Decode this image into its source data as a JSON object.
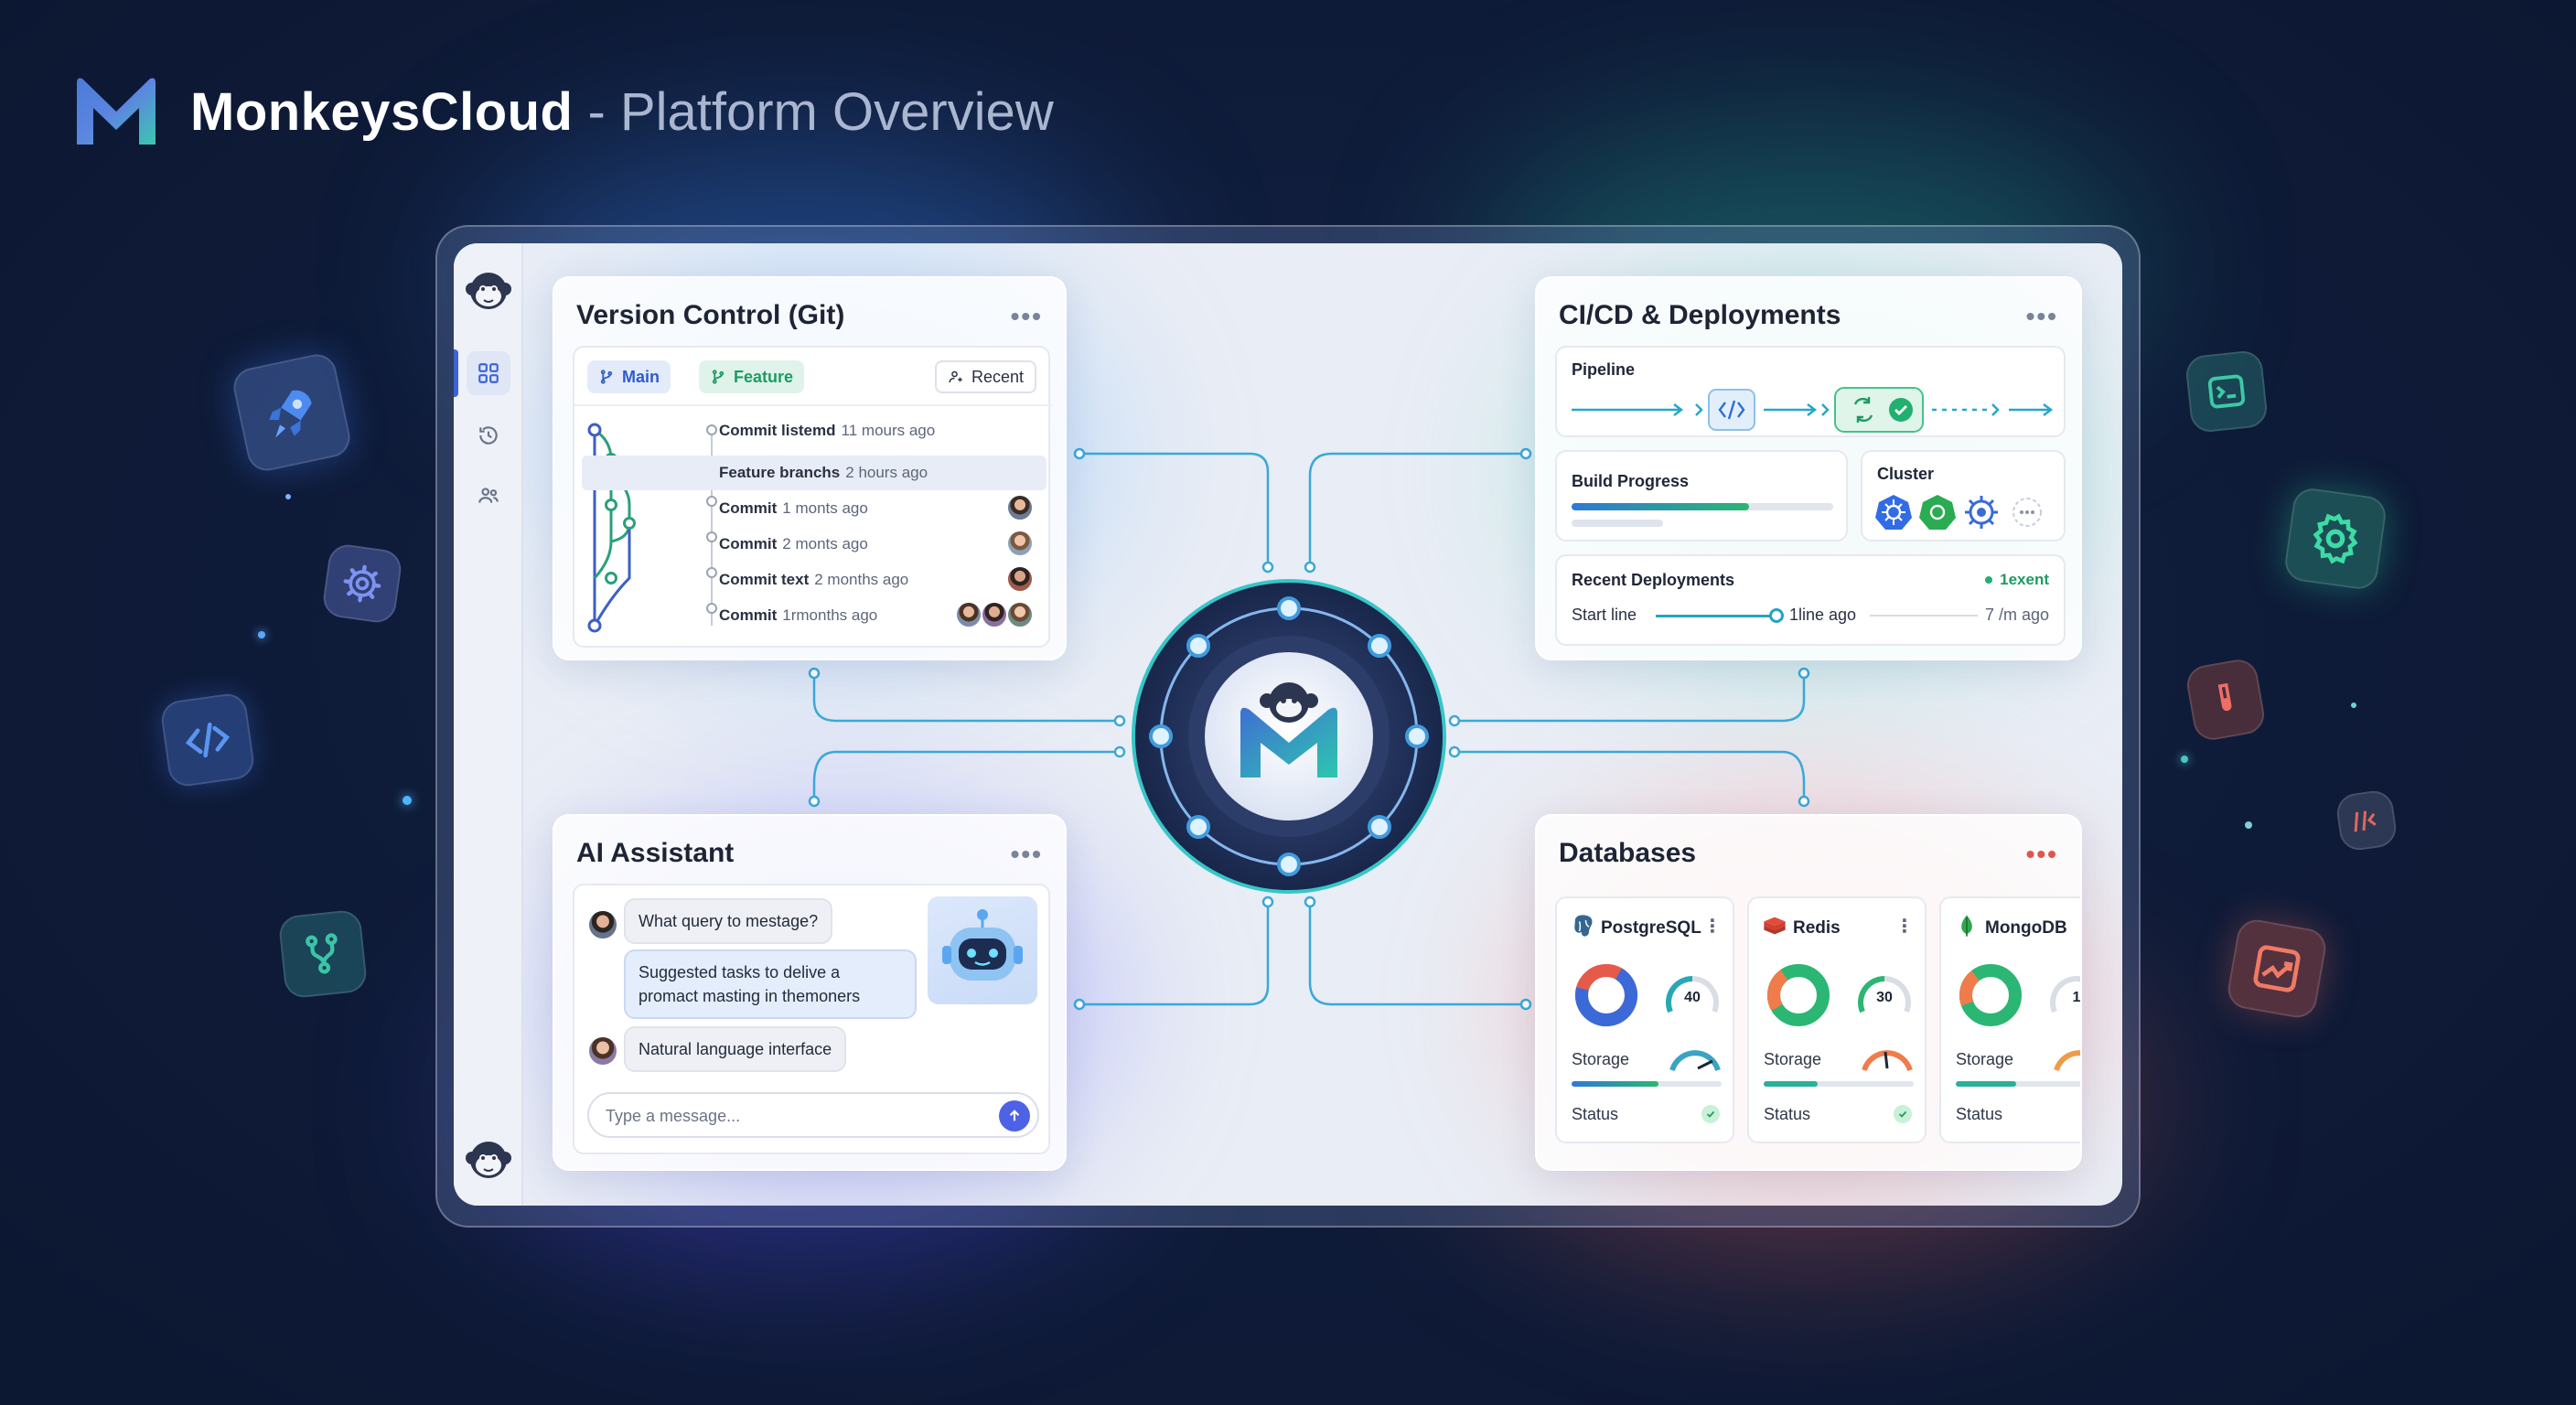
{
  "header": {
    "brand": "MonkeysCloud",
    "subtitle": "- Platform Overview"
  },
  "colors": {
    "background": "#0f1c3a",
    "accent_blue": "#3b63d8",
    "accent_green": "#2bb673",
    "accent_teal": "#22b5c8",
    "accent_red": "#ec6b5e"
  },
  "sidebar": {
    "items": [
      {
        "icon": "dashboard-grid-icon",
        "active": true
      },
      {
        "icon": "history-icon",
        "active": false
      },
      {
        "icon": "team-icon",
        "active": false
      }
    ]
  },
  "git": {
    "title": "Version Control (Git)",
    "more": "•••",
    "branches": {
      "main": "Main",
      "feature": "Feature",
      "recent": "Recent"
    },
    "commits": [
      {
        "msg": "Commit listemd",
        "time": "11 mours ago"
      },
      {
        "msg": "Feature branchs",
        "time": "2 hours ago"
      },
      {
        "msg": "Commit",
        "time": "1 monts ago"
      },
      {
        "msg": "Commit",
        "time": "2 monts ago"
      },
      {
        "msg": "Commit text",
        "time": "2 months ago"
      },
      {
        "msg": "Commit",
        "time": "1rmonths ago"
      }
    ]
  },
  "cicd": {
    "title": "CI/CD & Deployments",
    "more": "•••",
    "pipeline_label": "Pipeline",
    "build_label": "Build Progress",
    "build_progress": 0.68,
    "cluster_label": "Cluster",
    "recent_label": "Recent Deployments",
    "recent_status": "1exent",
    "start_label": "Start line",
    "mid_time": "1line ago",
    "end_time": "7 /m ago"
  },
  "ai": {
    "title": "AI Assistant",
    "more": "•••",
    "messages": [
      {
        "text": "What query to mestage?"
      },
      {
        "text": "Suggested tasks to delive a promact masting in themoners"
      },
      {
        "text": "Natural language interface"
      }
    ],
    "input_placeholder": "Type a message..."
  },
  "databases": {
    "title": "Databases",
    "more": "•••",
    "items": [
      {
        "name": "PostgreSQL",
        "gauge": "40",
        "storage_label": "Storage",
        "status_label": "Status",
        "storage": 0.58
      },
      {
        "name": "Redis",
        "gauge": "30",
        "storage_label": "Storage",
        "status_label": "Status",
        "storage": 0.36
      },
      {
        "name": "MongoDB",
        "gauge": "1",
        "storage_label": "Storage",
        "status_label": "Status",
        "storage": 0.4
      }
    ]
  },
  "floating_icons": [
    "rocket-icon",
    "settings-icon",
    "code-icon",
    "branch-icon",
    "terminal-icon",
    "gear-icon",
    "test-tube-icon",
    "regex-icon",
    "chart-trend-icon"
  ]
}
